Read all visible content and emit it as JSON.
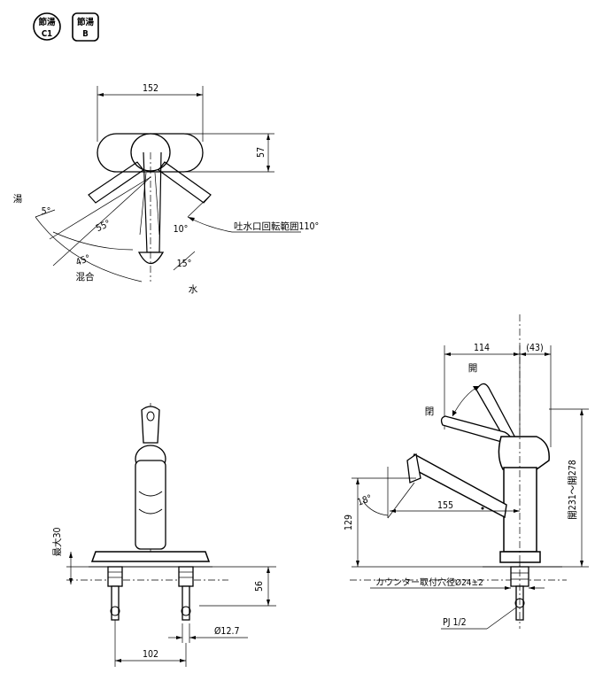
{
  "badges": [
    {
      "top": "節湯",
      "bottom": "C1"
    },
    {
      "top": "節湯",
      "bottom": "B"
    }
  ],
  "top_view": {
    "width": "152",
    "depth": "57",
    "angle_hot": "5°",
    "angle_55": "55°",
    "angle_10": "10°",
    "angle_45": "45°",
    "angle_15": "15°",
    "label_hot": "湯",
    "label_mix": "混合",
    "label_cold": "水",
    "spout_range": "吐水口回転範囲110°"
  },
  "front_view": {
    "max30": "最大30",
    "dim56": "56",
    "diam": "Ø12.7",
    "pitch": "102"
  },
  "side_view": {
    "dim114": "114",
    "dim43": "(43)",
    "open": "開",
    "close": "閉",
    "height_range": "開231～開278",
    "dim129": "129",
    "angle18": "18°",
    "dim155": "155",
    "counter_hole": "カウンター取付穴径Ø24±2",
    "thread": "PJ 1/2"
  }
}
